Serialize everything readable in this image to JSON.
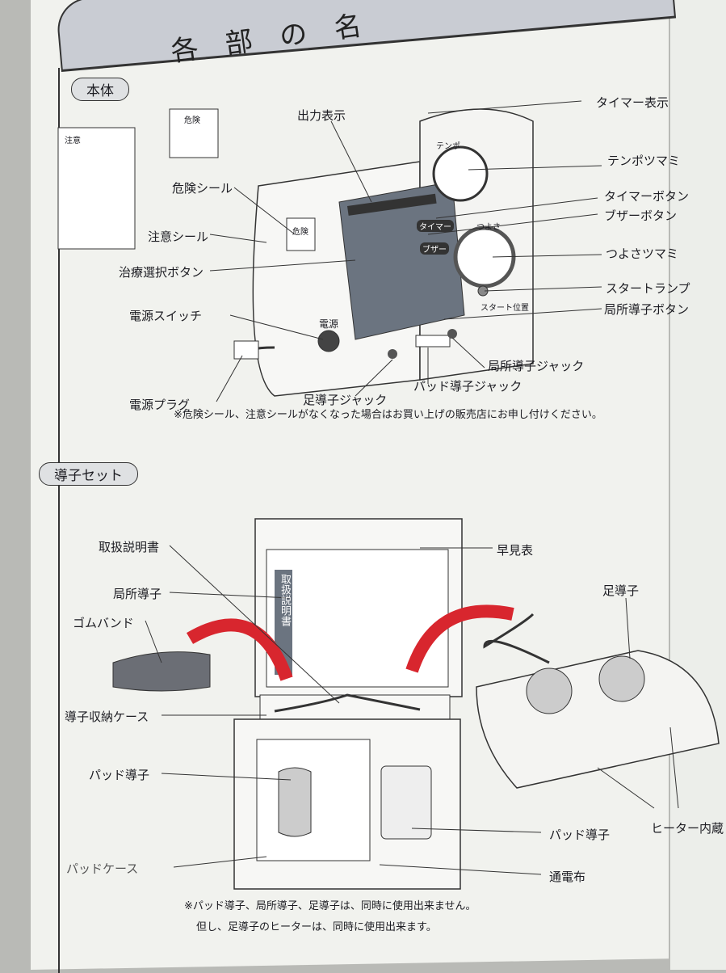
{
  "title": "各部の名",
  "sections": {
    "main_unit": "本体",
    "electrode_set": "導子セット"
  },
  "main_unit_labels": {
    "output_display": "出力表示",
    "timer_display": "タイマー表示",
    "tempo_knob": "テンポツマミ",
    "timer_button": "タイマーボタン",
    "buzzer_button": "ブザーボタン",
    "strength_knob": "つよさツマミ",
    "start_lamp": "スタートランプ",
    "local_electrode_button": "局所導子ボタン",
    "danger_seal": "危険シール",
    "caution_seal": "注意シール",
    "treatment_select_button": "治療選択ボタン",
    "power_switch": "電源スイッチ",
    "power_plug": "電源プラグ",
    "foot_electrode_jack": "足導子ジャック",
    "pad_electrode_jack": "パッド導子ジャック",
    "local_electrode_jack": "局所導子ジャック"
  },
  "device_text": {
    "tempo": "テンポ",
    "strength": "つよさ",
    "power": "電源",
    "start_position": "スタート位置",
    "timer": "タイマー",
    "buzzer": "ブザー",
    "danger": "危険",
    "caution_sticker": "注意",
    "danger_sticker": "危険"
  },
  "main_note": "※危険シール、注意シールがなくなった場合はお買い上げの販売店にお申し付けください。",
  "set_labels": {
    "manual": "取扱説明書",
    "quick_chart": "早見表",
    "local_electrode": "局所導子",
    "foot_electrode": "足導子",
    "rubber_band": "ゴムバンド",
    "storage_case": "導子収納ケース",
    "pad_electrode_1": "パッド導子",
    "pad_case": "パッドケース",
    "pad_electrode_2": "パッド導子",
    "conductive_cloth": "通電布",
    "heater": "ヒーター内蔵",
    "manual_cover": "取扱説明書"
  },
  "set_notes": [
    "※パッド導子、局所導子、足導子は、同時に使用出来ません。",
    "但し、足導子のヒーターは、同時に使用出来ます。"
  ],
  "colors": {
    "arrow": "#d8262e",
    "tab": "#c9ccd3",
    "panel": "#6b7480"
  }
}
